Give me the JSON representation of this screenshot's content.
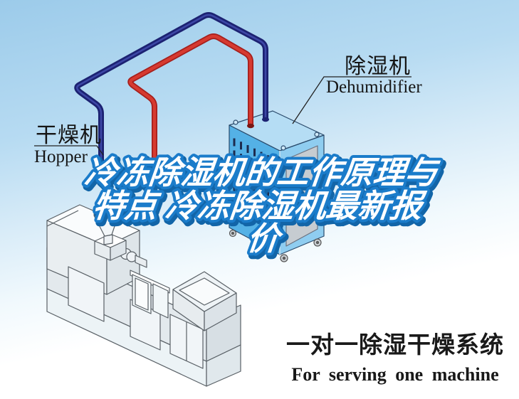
{
  "labels": {
    "hopper": {
      "zh": "干燥机",
      "en": "Hopper"
    },
    "dehumidifier": {
      "zh": "除湿机",
      "en": "Dehumidifier"
    }
  },
  "headline": {
    "line1": "冷冻除湿机的工作原理与",
    "line2": "特点 冷冻除湿机最新报",
    "line3": "价"
  },
  "caption": {
    "zh": "一对一除湿干燥系统",
    "en": "For serving one machine"
  },
  "colors": {
    "sky_top": "#9ccbea",
    "pipe_hot_red": "#cf2f2a",
    "pipe_cold_navy": "#1c2272",
    "unit_blue_left": "#54b1e6",
    "unit_blue_top": "#b5ddf4",
    "unit_blue_right": "#8fcdf0",
    "headline_fill": "#ffffff",
    "headline_outline": "#1b7cca",
    "label_text": "#151515"
  }
}
